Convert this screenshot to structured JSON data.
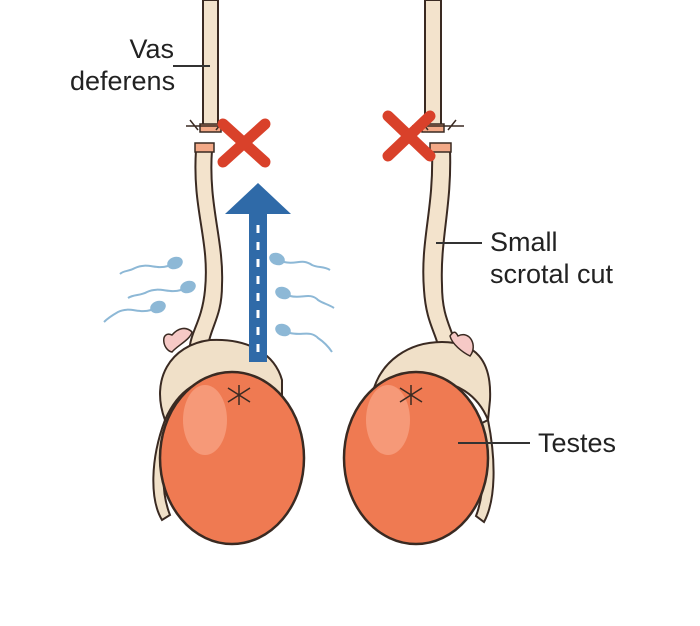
{
  "labels": {
    "vas_deferens": [
      "Vas",
      "deferens"
    ],
    "small_scrotal_cut": [
      "Small",
      "scrotal cut"
    ],
    "testes": "Testes"
  },
  "colors": {
    "testis_fill": "#ef7a52",
    "testis_highlight": "#f7a182",
    "epididymis": "#f0e0c8",
    "duct_fill": "#f3e3cc",
    "outline": "#3a2a22",
    "cross": "#d9412a",
    "arrow": "#2f6aa8",
    "sperm": "#8db8d6",
    "leader_line": "#333333"
  },
  "icons": {
    "left_cut_marker": "cross-icon",
    "right_cut_marker": "cross-icon",
    "blocked_flow": "arrow-up-icon",
    "sperm": "sperm-icon"
  }
}
